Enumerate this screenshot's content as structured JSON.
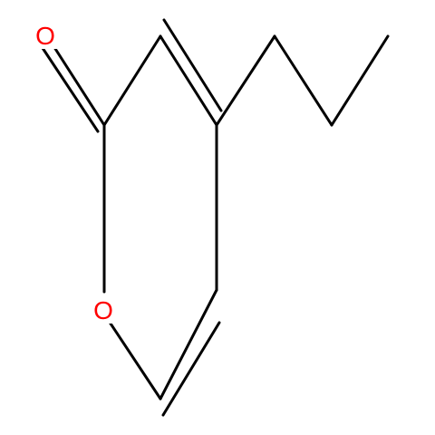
{
  "molecule": {
    "atoms": [
      {
        "id": "o_carbonyl",
        "symbol": "O",
        "color": "#ff0000"
      },
      {
        "id": "o_ring",
        "symbol": "O",
        "color": "#ff0000"
      }
    ],
    "bond_color": "#000000",
    "background": "#ffffff"
  }
}
